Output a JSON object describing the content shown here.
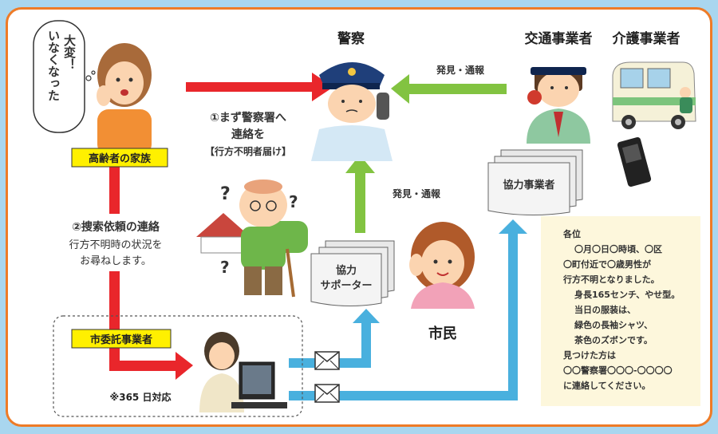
{
  "speech_bubble": {
    "line1": "大変！",
    "line2": "いなくなった"
  },
  "nodes": {
    "family_label": "高齢者の家族",
    "police_title": "警察",
    "transport_title": "交通事業者",
    "care_title": "介護事業者",
    "cooperating_businesses": "協力事業者",
    "supporters_line1": "協力",
    "supporters_line2": "サポーター",
    "citizens": "市民",
    "contractor_label": "市委託事業者",
    "support_365": "※365 日対応"
  },
  "flows": {
    "to_police_line1": "①まず警察署へ",
    "to_police_line2": "連絡を",
    "to_police_line3": "【行方不明者届け】",
    "search_request_line1": "②捜索依頼の連絡",
    "search_request_line2": "行方不明時の状況を",
    "search_request_line3": "お尋ねします。",
    "discovery_report_top": "発見・通報",
    "discovery_report_mid": "発見・通報"
  },
  "notice": {
    "lines": [
      "各位",
      "〇月〇日〇時頃、〇区",
      "〇町付近で〇歳男性が",
      "行方不明となりました。",
      "身長165センチ、やせ型。",
      "当日の服装は、",
      "緑色の長袖シャツ、",
      "茶色のズボンです。",
      "見つけた方は",
      "〇〇警察署〇〇〇-〇〇〇〇",
      "に連絡してください。"
    ]
  },
  "colors": {
    "frame_border": "#ee7b27",
    "page_background": "#a9d6ef",
    "red_arrow": "#e9262b",
    "green_arrow": "#82c341",
    "blue_arrow": "#49b0de",
    "label_highlight": "#fff000",
    "notice_background": "#fdf7dc"
  }
}
